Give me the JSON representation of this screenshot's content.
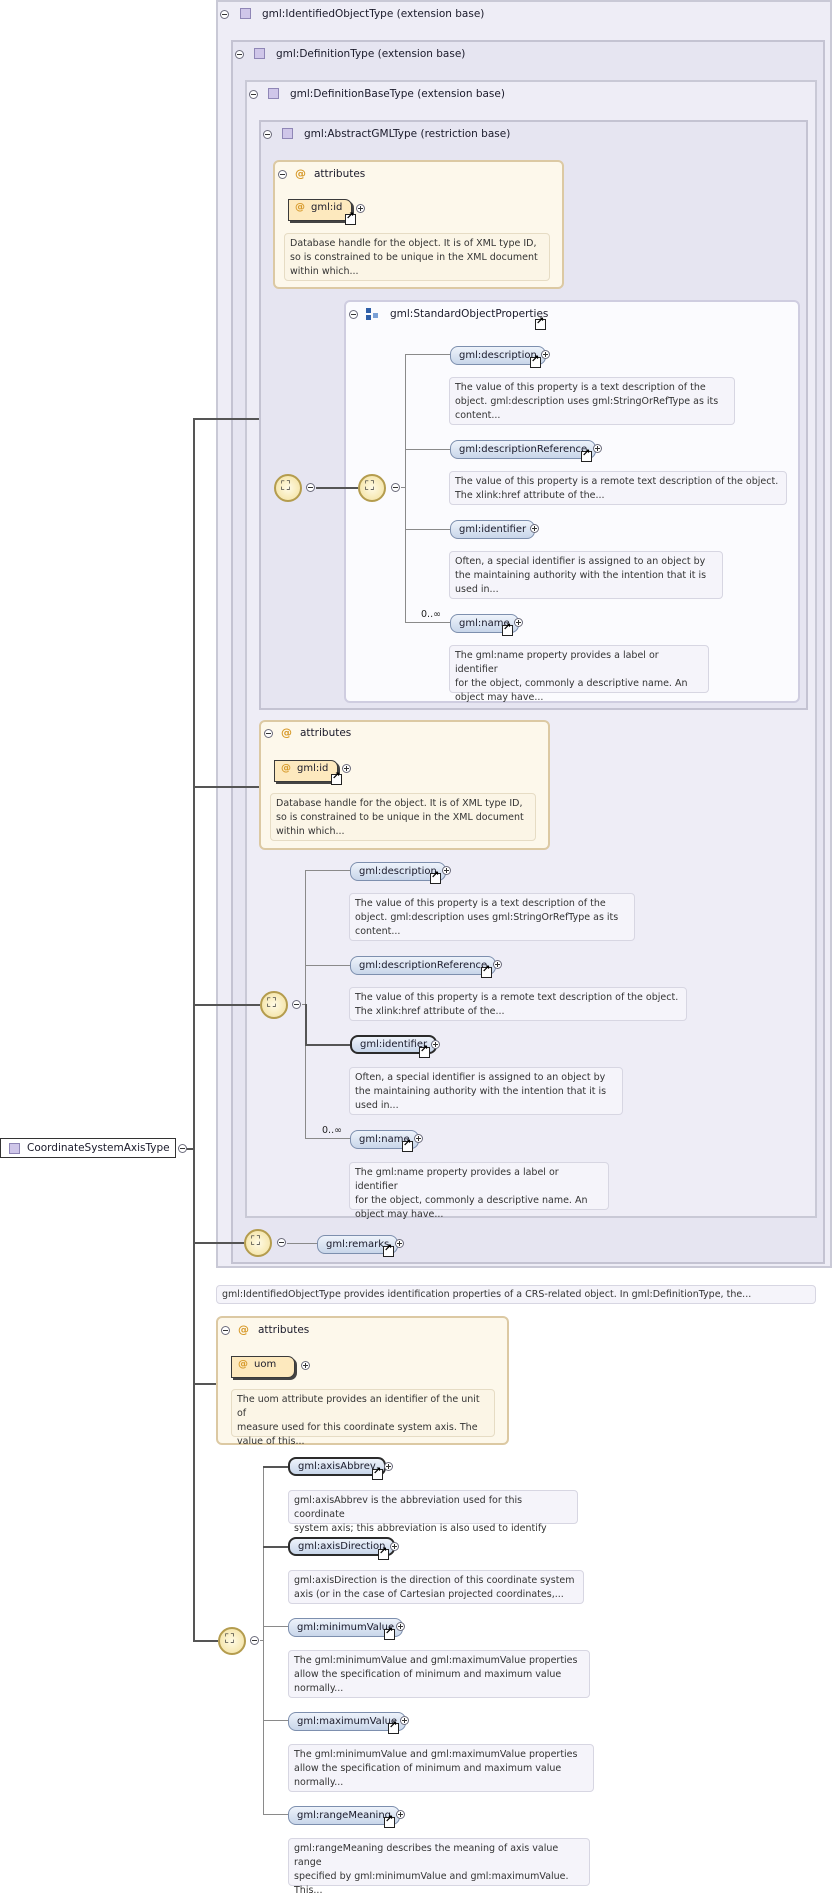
{
  "root": {
    "name": "CoordinateSystemAxisType"
  },
  "groups": {
    "identified": "gml:IdentifiedObjectType (extension base)",
    "definition": "gml:DefinitionType (extension base)",
    "definition_base": "gml:DefinitionBaseType (extension base)",
    "abstract_gml": "gml:AbstractGMLType (restriction base)",
    "std_props": "gml:StandardObjectProperties"
  },
  "attributes_label": "attributes",
  "gml_id": {
    "name": "gml:id",
    "doc": [
      "Database handle for the object. It is of XML type ID,",
      "so is constrained to be unique in the XML document",
      "within which..."
    ]
  },
  "std_elements": [
    {
      "name": "gml:description",
      "doc": [
        "The value of this property is a text description of the",
        "object. gml:description uses gml:StringOrRefType as its",
        "content..."
      ]
    },
    {
      "name": "gml:descriptionReference",
      "doc": [
        "The value of this property is a remote text description of the object.",
        "The xlink:href attribute of the..."
      ]
    },
    {
      "name": "gml:identifier",
      "doc": [
        "Often, a special identifier is assigned to an object by",
        "the maintaining authority with the intention that it is",
        "used in..."
      ]
    },
    {
      "name": "gml:name",
      "doc": [
        "The gml:name property provides a label or identifier",
        "for the object, commonly a descriptive name. An",
        "object may have..."
      ]
    }
  ],
  "multiplicity": "0..∞",
  "remarks": "gml:remarks",
  "identified_doc": "gml:IdentifiedObjectType provides identification properties of a CRS-related object. In gml:DefinitionType, the...",
  "uom": {
    "name": "uom",
    "doc": [
      "The uom attribute provides an identifier of the unit of",
      "measure used for this coordinate system axis. The",
      "value of this..."
    ]
  },
  "axis_elements": [
    {
      "name": "gml:axisAbbrev",
      "doc": [
        "gml:axisAbbrev is the abbreviation used for this coordinate",
        "system axis; this abbreviation is also used to identify the..."
      ]
    },
    {
      "name": "gml:axisDirection",
      "doc": [
        "gml:axisDirection is the direction of this coordinate system",
        "axis (or in the case of Cartesian projected coordinates,..."
      ]
    },
    {
      "name": "gml:minimumValue",
      "doc": [
        "The gml:minimumValue and gml:maximumValue properties",
        "allow the specification of minimum and maximum value",
        "normally..."
      ]
    },
    {
      "name": "gml:maximumValue",
      "doc": [
        "The gml:minimumValue and gml:maximumValue properties",
        "allow the specification of minimum and maximum value",
        "normally..."
      ]
    },
    {
      "name": "gml:rangeMeaning",
      "doc": [
        "gml:rangeMeaning describes the meaning of axis value range",
        "specified by gml:minimumValue and gml:maximumValue.",
        "This..."
      ]
    }
  ]
}
